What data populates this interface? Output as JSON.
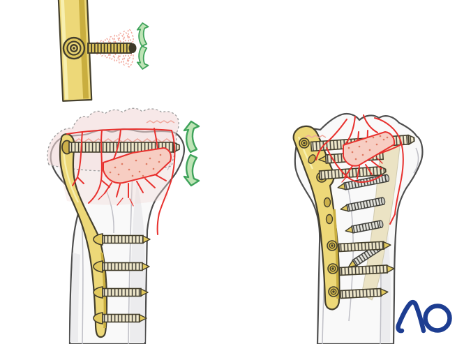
{
  "logo": {
    "text": "AO"
  },
  "icons": {
    "arrow_up": "green-curved-arrow-up",
    "arrow_down": "green-curved-arrow-down"
  },
  "figures": {
    "inset": "screw-toggle-in-plate-detail",
    "left": "tibia-fragment-elevation-with-plate",
    "right": "tibia-completed-plate-fixation"
  },
  "colors": {
    "background": "#FFFFFF",
    "plate-yellow": "#EDD878",
    "plate-yellow-dark": "#C9AE3F",
    "plate-outline": "#443F2C",
    "screw-cream": "#EFE8CB",
    "screw-gray": "#E4E4DE",
    "bone-fill": "#F9F9F9",
    "bone-shade": "#E7E7EA",
    "bone-outline": "#4E4E4E",
    "vessel-red": "#E8312E",
    "fracture-pink": "#F7CDC2",
    "ghost-pink": "#F2D9D8",
    "ghost-border": "#9B9B9B",
    "arrow-green-fill": "#BFE4B6",
    "arrow-green-stroke": "#3FA35B",
    "tan-band": "#EBE3C4",
    "logo-blue": "#1D3D91"
  }
}
